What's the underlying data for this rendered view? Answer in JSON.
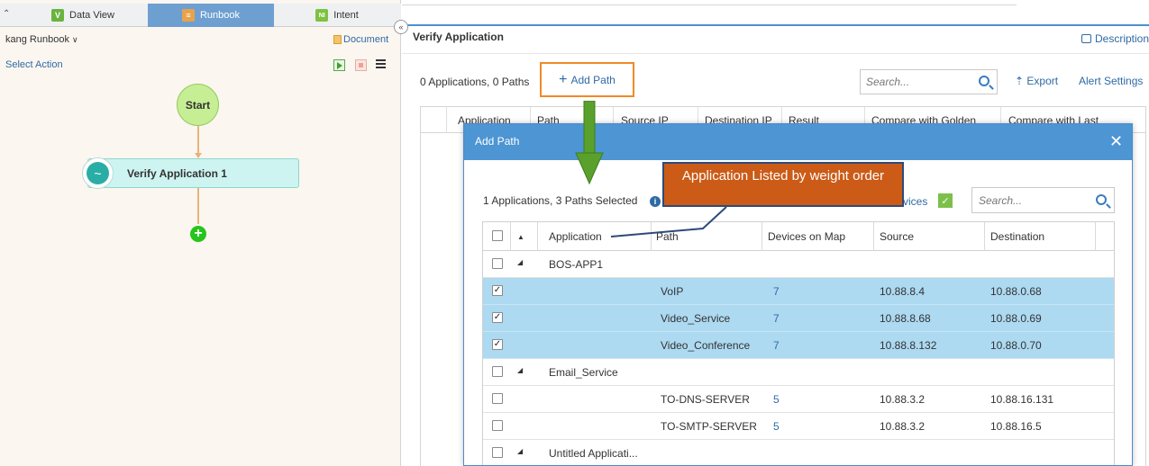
{
  "left_panel": {
    "tabs": [
      {
        "label": "Data View",
        "icon": "V",
        "icon_color": "#6ab43e"
      },
      {
        "label": "Runbook",
        "icon": "≡",
        "icon_color": "#e8a24a"
      },
      {
        "label": "Intent",
        "icon": "NI",
        "icon_color": "#7ec240"
      }
    ],
    "runbook_title": "kang Runbook",
    "document_link": "Document",
    "select_action": "Select Action",
    "nodes": {
      "start": "Start",
      "verify": "Verify Application 1"
    }
  },
  "right_panel": {
    "title": "Verify Application",
    "description_link": "Description",
    "count_label": "0 Applications, 0 Paths",
    "add_path_label": "Add Path",
    "search_placeholder": "Search...",
    "export_label": "Export",
    "alert_settings_label": "Alert Settings",
    "table_headers": [
      "Application",
      "Path",
      "Source IP",
      "Destination IP",
      "Result",
      "Compare with Golden",
      "Compare with Last"
    ]
  },
  "dialog": {
    "title": "Add Path",
    "selection_count": "1 Applications, 3 Paths Selected",
    "devices_link": "vices",
    "search_placeholder": "Search...",
    "columns": [
      "Application",
      "Path",
      "Devices on Map",
      "Source",
      "Destination"
    ],
    "rows": [
      {
        "type": "group",
        "application": "BOS-APP1",
        "checked": false
      },
      {
        "type": "path",
        "path": "VoIP",
        "devices": "7",
        "source": "10.88.8.4",
        "destination": "10.88.0.68",
        "checked": true
      },
      {
        "type": "path",
        "path": "Video_Service",
        "devices": "7",
        "source": "10.88.8.68",
        "destination": "10.88.0.69",
        "checked": true
      },
      {
        "type": "path",
        "path": "Video_Conference",
        "devices": "7",
        "source": "10.88.8.132",
        "destination": "10.88.0.70",
        "checked": true
      },
      {
        "type": "group",
        "application": "Email_Service",
        "checked": false
      },
      {
        "type": "path",
        "path": "TO-DNS-SERVER",
        "devices": "5",
        "source": "10.88.3.2",
        "destination": "10.88.16.131",
        "checked": false
      },
      {
        "type": "path",
        "path": "TO-SMTP-SERVER",
        "devices": "5",
        "source": "10.88.3.2",
        "destination": "10.88.16.5",
        "checked": false
      },
      {
        "type": "group",
        "application": "Untitled Applicati...",
        "checked": false
      }
    ]
  },
  "annotation": {
    "callout_text": "Application Listed by weight order",
    "callout_color": "#cb5b17",
    "arrow_color": "#5aa02c"
  }
}
